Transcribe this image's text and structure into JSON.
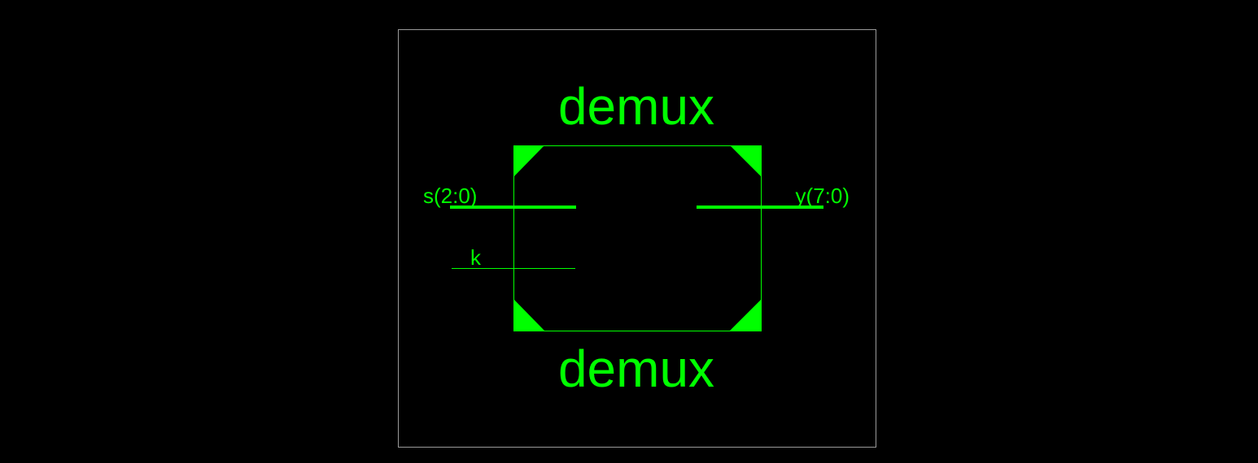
{
  "symbol": {
    "title_top": "demux",
    "title_bottom": "demux",
    "pins": {
      "select_bus": "s(2:0)",
      "enable": "k",
      "output_bus": "y(7:0)"
    }
  },
  "colors": {
    "background": "#000000",
    "frame": "#9a9a9a",
    "symbol": "#00ff00"
  }
}
